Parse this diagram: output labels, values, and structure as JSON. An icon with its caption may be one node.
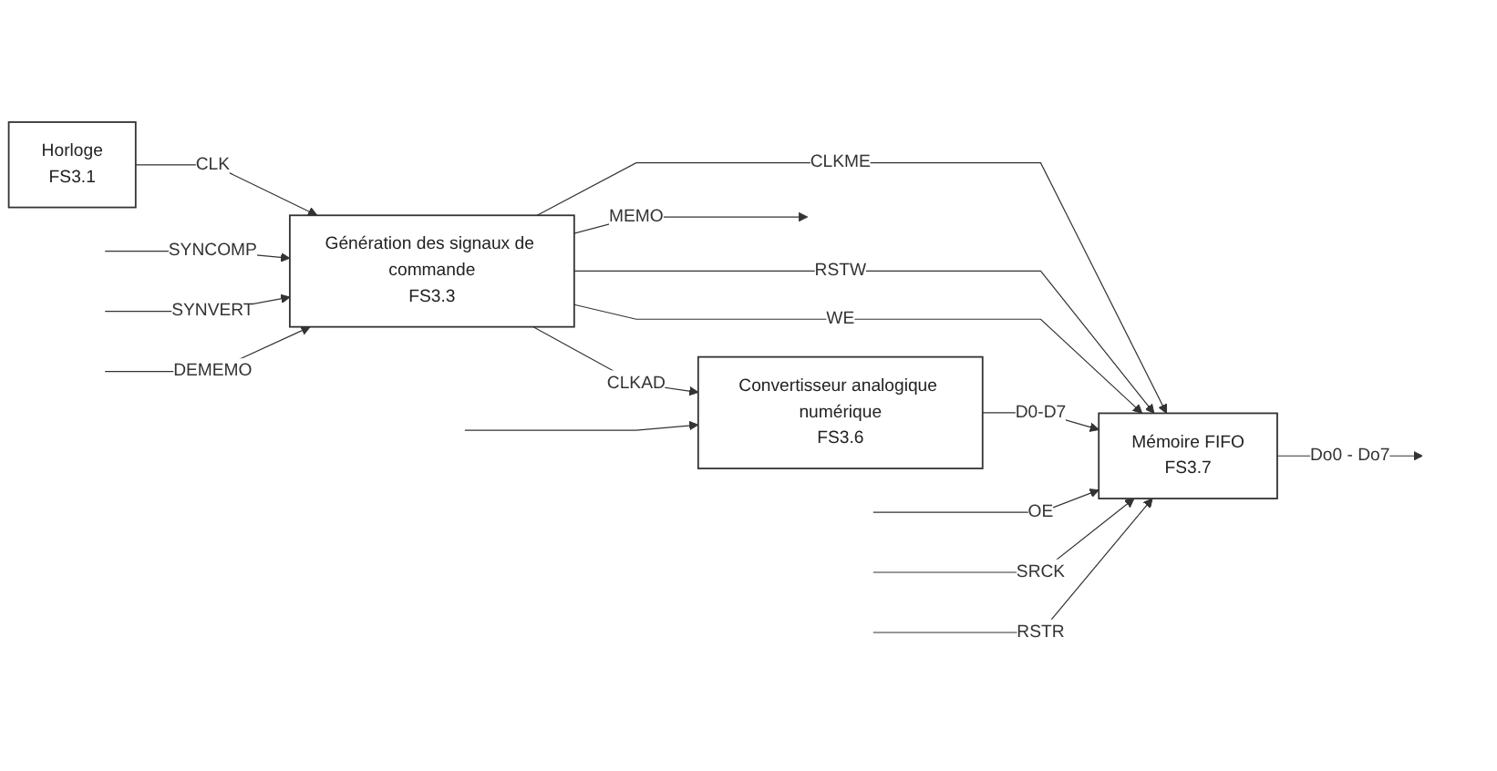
{
  "diagram": {
    "nodes": [
      {
        "text": [
          "Horloge",
          "FS3.1"
        ]
      },
      {
        "text": [
          "Génération des signaux de commande",
          "FS3.3"
        ]
      },
      {
        "text": [
          "Convertisseur analogique numérique",
          "FS3.6"
        ]
      },
      {
        "text": [
          "Mémoire FIFO",
          "FS3.7"
        ]
      }
    ],
    "edges": [
      {
        "from": 0,
        "to": 1,
        "label": "CLK",
        "arrow": "to"
      },
      {
        "from": null,
        "to": 1,
        "label": "SYNCOMP",
        "arrow": "to"
      },
      {
        "from": null,
        "to": 1,
        "label": "SYNVERT",
        "arrow": "to"
      },
      {
        "from": null,
        "to": 1,
        "label": "DEMEMO",
        "arrow": "to"
      },
      {
        "from": 1,
        "to": null,
        "label": "MEMO",
        "arrow": "to"
      },
      {
        "from": 1,
        "to": 3,
        "label": "CLKME",
        "arrow": "to"
      },
      {
        "from": 1,
        "to": 3,
        "label": "RSTW",
        "arrow": "to"
      },
      {
        "from": 1,
        "to": 3,
        "label": "WE",
        "arrow": "to"
      },
      {
        "from": 1,
        "to": 2,
        "label": "CLKAD",
        "arrow": "to"
      },
      {
        "from": null,
        "to": 2,
        "arrow": "to"
      },
      {
        "from": 2,
        "to": 3,
        "label": "D0-D7",
        "arrow": "to"
      },
      {
        "from": null,
        "to": 3,
        "label": "OE",
        "arrow": "to"
      },
      {
        "from": null,
        "to": 3,
        "label": "SRCK",
        "arrow": "to"
      },
      {
        "from": null,
        "to": 3,
        "label": "RSTR",
        "arrow": "to"
      },
      {
        "from": 3,
        "to": null,
        "label": "Do0 - Do7",
        "arrow": "to"
      }
    ]
  }
}
